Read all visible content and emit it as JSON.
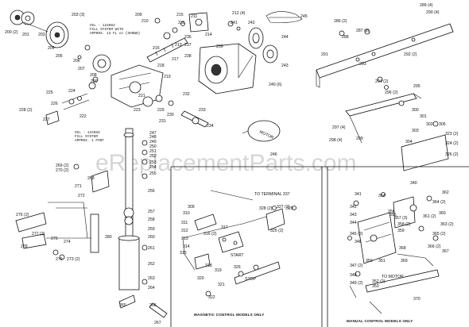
{
  "watermark": "eReplacementParts.com",
  "notes": {
    "oil_top": [
      "OIL - 124983",
      "FILL SYSTEM WITH",
      "APPROX. 13 FL oz (SHOWN)"
    ],
    "oil_mid": [
      "OIL - 124983",
      "FILL SYSTEM",
      "APPROX. 1 PINT"
    ]
  },
  "captions": {
    "magnetic": "MAGNETIC CONTROL MODELS ONLY",
    "manual": "MANUAL CONTROL MODELS ONLY"
  },
  "inline_labels": {
    "motor": "MOTOR",
    "to_terminal": "TO TERMINAL 337",
    "to_motor": "TO MOTOR",
    "start": "START",
    "stop": "STOP"
  },
  "callouts": {
    "topleft": [
      "200 (2)",
      "201",
      "202",
      "203 (3)",
      "204",
      "205",
      "206",
      "207",
      "208",
      "209",
      "210",
      "211",
      "212 (4)",
      "213",
      "214",
      "215",
      "216",
      "217",
      "218",
      "219",
      "220",
      "221",
      "222",
      "223",
      "224",
      "225",
      "226",
      "227",
      "228 (2)",
      "229",
      "230",
      "231",
      "232",
      "233",
      "234",
      "235",
      "236",
      "237",
      "238",
      "239",
      "240 (6)",
      "241",
      "242",
      "243",
      "244",
      "245",
      "246"
    ],
    "topright": [
      "286 (2)",
      "287 (2)",
      "288",
      "289 (4)",
      "290 (4)",
      "291",
      "292 (2)",
      "293",
      "294 (2)",
      "295",
      "296 (2)",
      "297 (4)",
      "298 (4)",
      "299",
      "300",
      "301",
      "302",
      "303",
      "304",
      "305",
      "323 (2)",
      "324 (2)",
      "326 (2)"
    ],
    "middle": [
      "247",
      "248",
      "249",
      "250",
      "251",
      "252",
      "253",
      "254",
      "255",
      "256",
      "257",
      "258",
      "259",
      "260",
      "261",
      "262",
      "263",
      "264",
      "265",
      "266",
      "267",
      "268",
      "269 (2)",
      "270 (2)",
      "271",
      "272",
      "273 (2)",
      "274",
      "275",
      "276 (2)",
      "277 (2)",
      "278",
      "279",
      "280"
    ],
    "magnetic": [
      "309",
      "310",
      "311",
      "312",
      "313",
      "314",
      "315",
      "316 (2)",
      "317",
      "318",
      "319",
      "320",
      "321",
      "322",
      "325 (2)",
      "326",
      "327 (2)",
      "328 (2)",
      "329"
    ],
    "manual": [
      "340",
      "341",
      "342",
      "343",
      "344",
      "345 (2)",
      "346",
      "347 (2)",
      "348",
      "349 (2)",
      "350",
      "351",
      "352 (2)",
      "353",
      "354",
      "355",
      "356",
      "357 (3)",
      "358 (2)",
      "359",
      "360",
      "361 (2)",
      "362",
      "363 (2)",
      "364 (2)",
      "365 (2)",
      "366 (2)",
      "367",
      "368",
      "369",
      "370"
    ]
  }
}
